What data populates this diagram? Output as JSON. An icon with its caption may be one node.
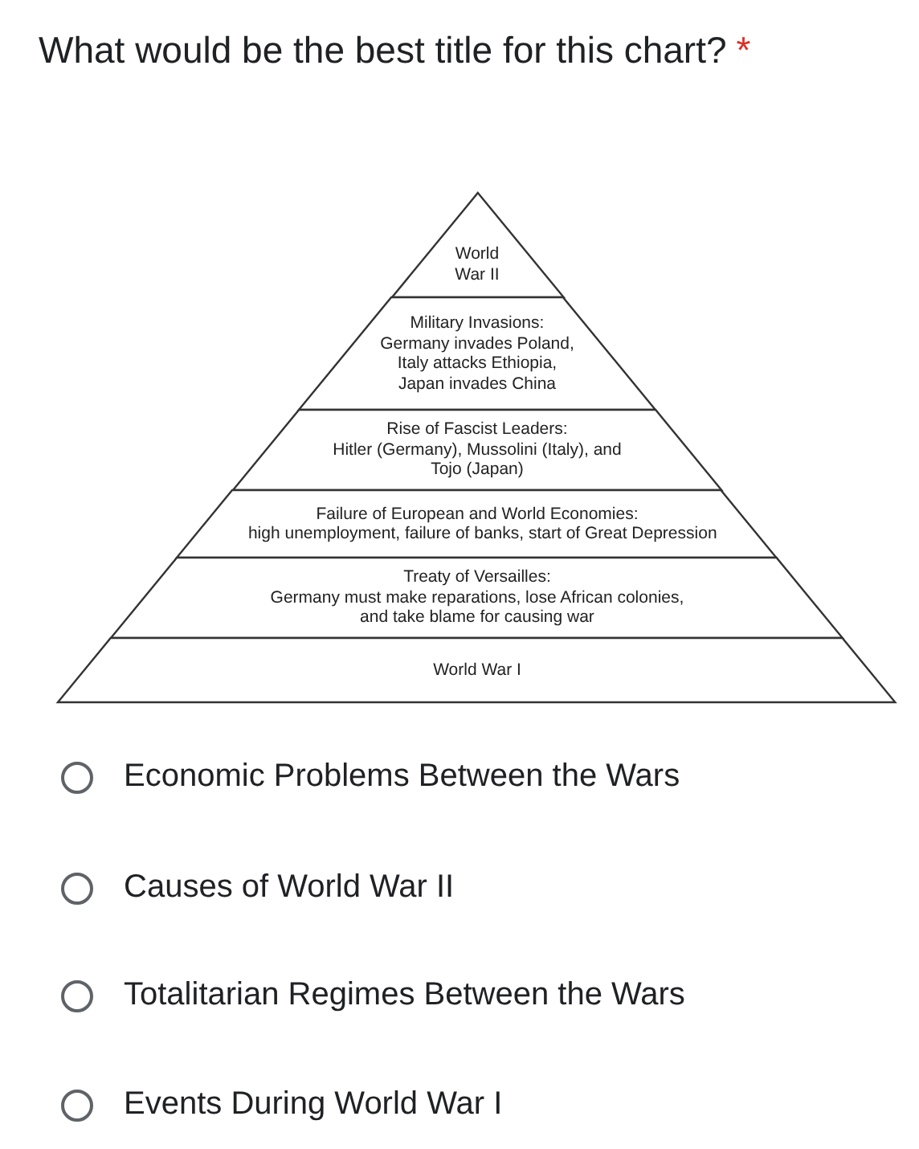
{
  "diagram": {
    "title": "What would be the best title for this chart?",
    "nodes": [
      {
        "text": [
          "World War II"
        ]
      },
      {
        "text": [
          "Military Invasions:",
          "Germany invades Poland, Italy attacks Ethiopia, Japan invades China"
        ]
      },
      {
        "text": [
          "Rise of Fascist Leaders:",
          "Hitler (Germany), Mussolini (Italy), and Tojo (Japan)"
        ]
      },
      {
        "text": [
          "Failure of European and World Economies:",
          "high unemployment, failure of banks, start of Great Depression"
        ]
      },
      {
        "text": [
          "Treaty of Versailles:",
          "Germany must make reparations, lose African colonies, and take blame for causing war"
        ]
      },
      {
        "text": [
          "World War I"
        ]
      }
    ],
    "edges": [],
    "labels": [
      "*",
      "Economic Problems Between the Wars",
      "Causes of World War II",
      "Totalitarian Regimes Between the Wars",
      "Events During World War I"
    ]
  }
}
